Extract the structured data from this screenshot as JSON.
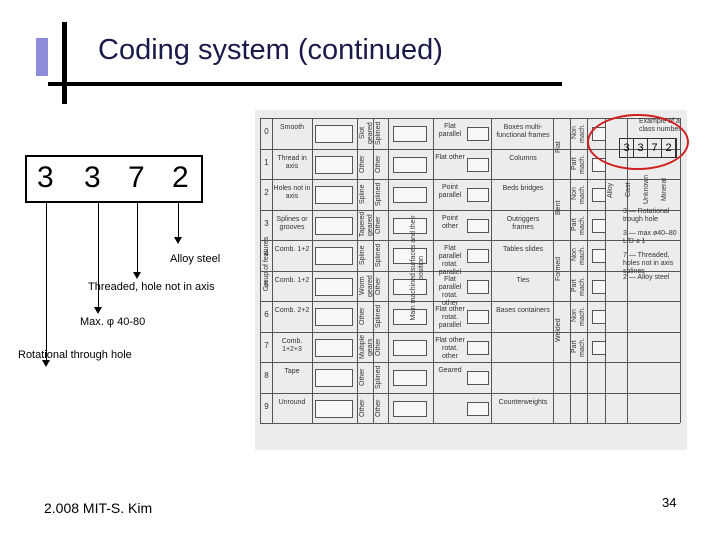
{
  "slide": {
    "title": "Coding system (continued)",
    "footer": "2.008 MIT-S. Kim",
    "page_number": "34"
  },
  "code": {
    "digits": [
      "3",
      "3",
      "7",
      "2"
    ],
    "annotations": {
      "d4": "Alloy steel",
      "d3": "Threaded, hole not in axis",
      "d2": "Max. φ 40-80",
      "d1": "Rotational through hole"
    }
  },
  "table": {
    "row_numbers": [
      "0",
      "1",
      "2",
      "3",
      "4",
      "5",
      "6",
      "7",
      "8",
      "9"
    ],
    "row_labels": [
      "Smooth",
      "Thread in axis",
      "Holes not in axis",
      "Splines or grooves",
      "Comb. 1+2",
      "Comb. 1+2",
      "Comb. 2+2",
      "Comb. 1+2+3",
      "Tape",
      "Unround"
    ],
    "col2_labels": [
      "Slot geared",
      "Other",
      "Spline",
      "Tapered geared",
      "Spline",
      "Worm geared",
      "Other",
      "Multiple gears",
      "Other",
      "Other"
    ],
    "col3_labels": [
      "Splined",
      "Other",
      "Splined",
      "Other",
      "Splined",
      "Other",
      "Splined",
      "Other",
      "Splined",
      "Other"
    ],
    "side_label": "Group of features",
    "mid_label": "Main machined surfaces and their position",
    "f_labels": [
      "Flat parallel",
      "Flat other",
      "Point parallel",
      "Point other",
      "Flat parallel rotat. parallel",
      "Flat parallel rotat. other",
      "Flat other rotat. parallel",
      "Flat other rotat. other",
      "Geared",
      ""
    ],
    "r_labels": [
      "Boxes multi-functional frames",
      "Columns",
      "Beds bridges",
      "Outriggers frames",
      "Tables slides",
      "Ties",
      "Bases containers",
      "",
      "",
      "Counterweights"
    ],
    "rc_labels": [
      "Non mach.",
      "Part mach.",
      "Non mach.",
      "Part mach.",
      "Non mach.",
      "Part mach.",
      "Non mach.",
      "Part mach."
    ],
    "rc_groups": [
      "Flat",
      "Bent",
      "Formed",
      "Welded"
    ],
    "mat_labels": [
      "Alloy",
      "Cast",
      "Unknown",
      "Mineral"
    ],
    "example_title": "Example of a class number",
    "example_digits": [
      "3",
      "3",
      "7",
      "2"
    ],
    "legend": [
      "3 — Rotational trough hole",
      "3 — max ø40–80 L/D ≤ 1",
      "7 — Threaded, holes not in axis splines",
      "2 — Alloy steel"
    ]
  },
  "colors": {
    "title": "#1a1a4a",
    "accent_blue": "#8c8cd8",
    "highlight_red": "#d02020"
  }
}
